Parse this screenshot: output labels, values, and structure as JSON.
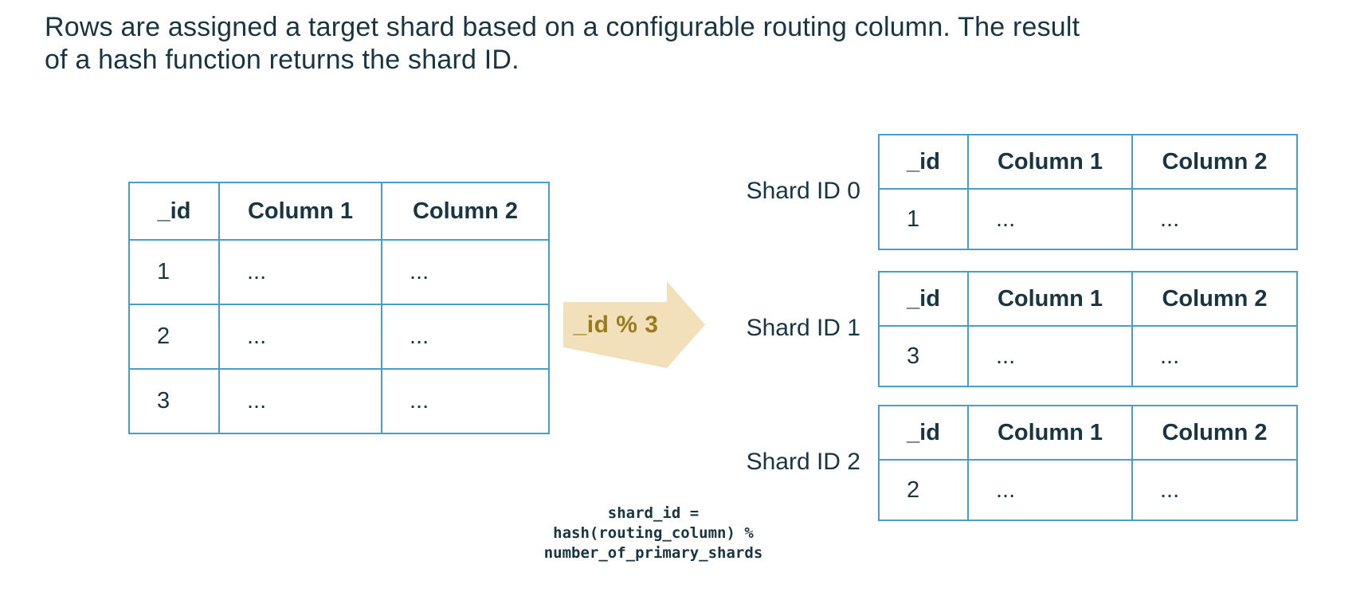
{
  "title": {
    "full": "Rows are assigned a target shard based on a configurable routing column. The result of a hash function returns the shard ID.",
    "line1": "Rows are assigned a target shard based on a configurable routing column. The result",
    "line2": "of a hash function returns the shard ID."
  },
  "colors": {
    "text_navy": "#1a3542",
    "table_border_blue": "#4a9dc9",
    "arrow_fill_tan": "#f1e0ba",
    "arrow_text_gold": "#9b7b20",
    "background": "#ffffff"
  },
  "main_table": {
    "headers": [
      "_id",
      "Column 1",
      "Column 2"
    ],
    "rows": [
      [
        "1",
        "...",
        "..."
      ],
      [
        "2",
        "...",
        "..."
      ],
      [
        "3",
        "...",
        "..."
      ]
    ]
  },
  "arrow": {
    "label": "_id % 3",
    "direction": "right"
  },
  "shards": [
    {
      "label": "Shard ID 0",
      "headers": [
        "_id",
        "Column 1",
        "Column 2"
      ],
      "rows": [
        [
          "1",
          "...",
          "..."
        ]
      ]
    },
    {
      "label": "Shard ID 1",
      "headers": [
        "_id",
        "Column 1",
        "Column 2"
      ],
      "rows": [
        [
          "3",
          "...",
          "..."
        ]
      ]
    },
    {
      "label": "Shard ID 2",
      "headers": [
        "_id",
        "Column 1",
        "Column 2"
      ],
      "rows": [
        [
          "2",
          "...",
          "..."
        ]
      ]
    }
  ],
  "code": "shard_id =\nhash(routing_column) %\nnumber_of_primary_shards"
}
